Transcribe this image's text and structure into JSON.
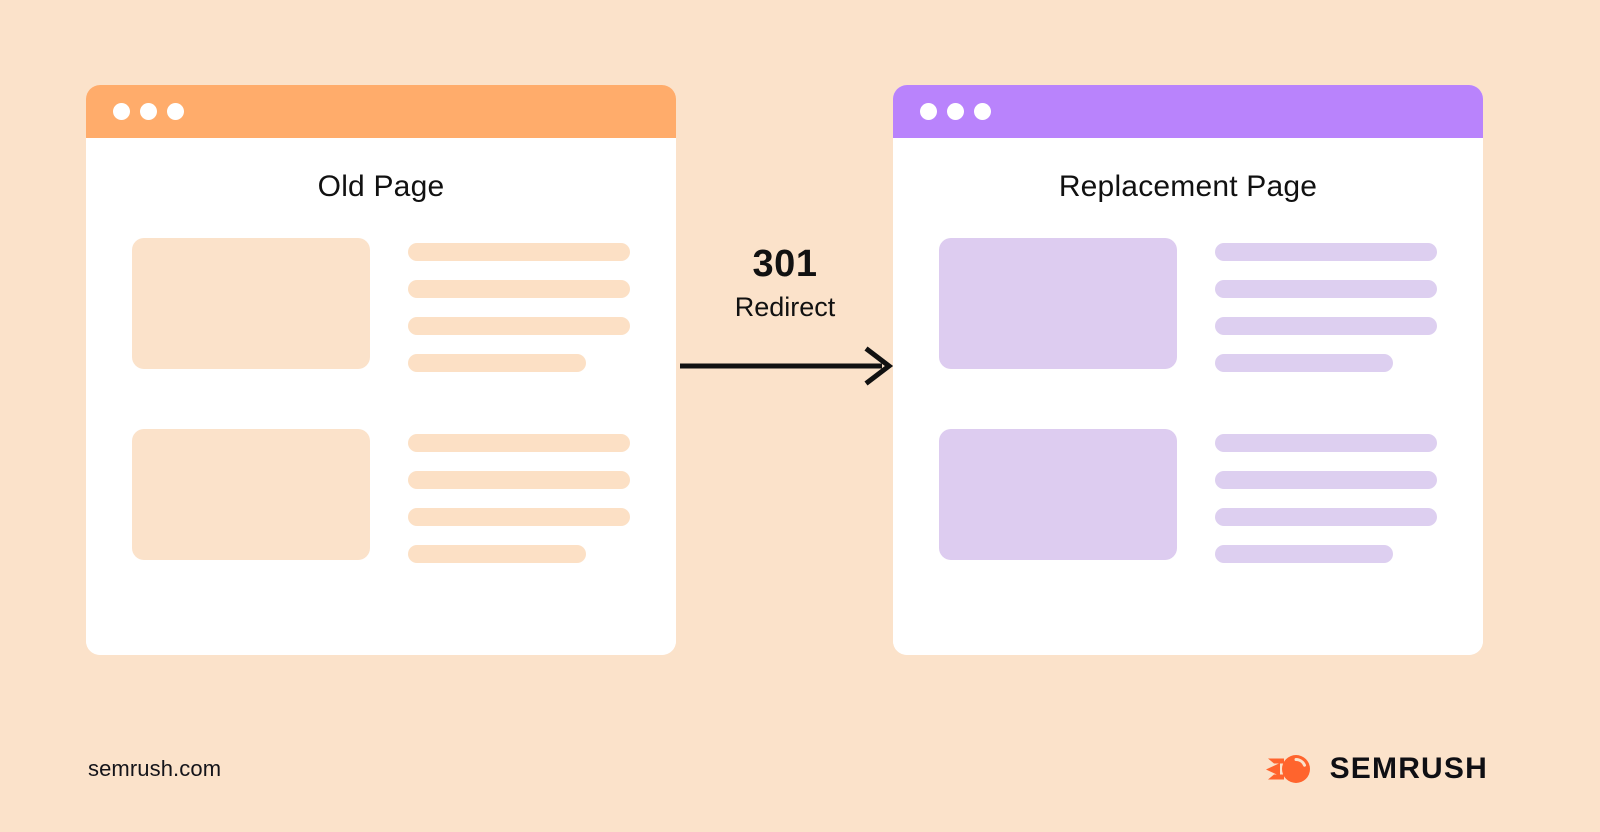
{
  "background_color": "#FBE2CA",
  "diagram": {
    "type": "redirect-flow",
    "windows": [
      {
        "key": "old",
        "title": "Old Page",
        "titlebar_color": "#FFAC6B",
        "accent_block_color": "#FBE2CA",
        "accent_line_color": "#FCE0C5",
        "traffic_light_dots": 3,
        "rows": [
          {
            "image_placeholder": true,
            "line_widths_pct": [
              100,
              100,
              100,
              80
            ]
          },
          {
            "image_placeholder": true,
            "line_widths_pct": [
              100,
              100,
              100,
              80
            ]
          }
        ]
      },
      {
        "key": "replacement",
        "title": "Replacement Page",
        "titlebar_color": "#B983FC",
        "accent_block_color": "#DDCCF0",
        "accent_line_color": "#DDCFF0",
        "traffic_light_dots": 3,
        "rows": [
          {
            "image_placeholder": true,
            "line_widths_pct": [
              100,
              100,
              100,
              80
            ]
          },
          {
            "image_placeholder": true,
            "line_widths_pct": [
              100,
              100,
              100,
              80
            ]
          }
        ]
      }
    ],
    "connector": {
      "code": "301",
      "label": "Redirect",
      "direction": "left-to-right",
      "arrow_color": "#111111"
    }
  },
  "footer": {
    "domain": "semrush.com",
    "brand_name": "SEMRUSH",
    "brand_mark_color": "#FF642D",
    "brand_text_color": "#0F0F14"
  }
}
